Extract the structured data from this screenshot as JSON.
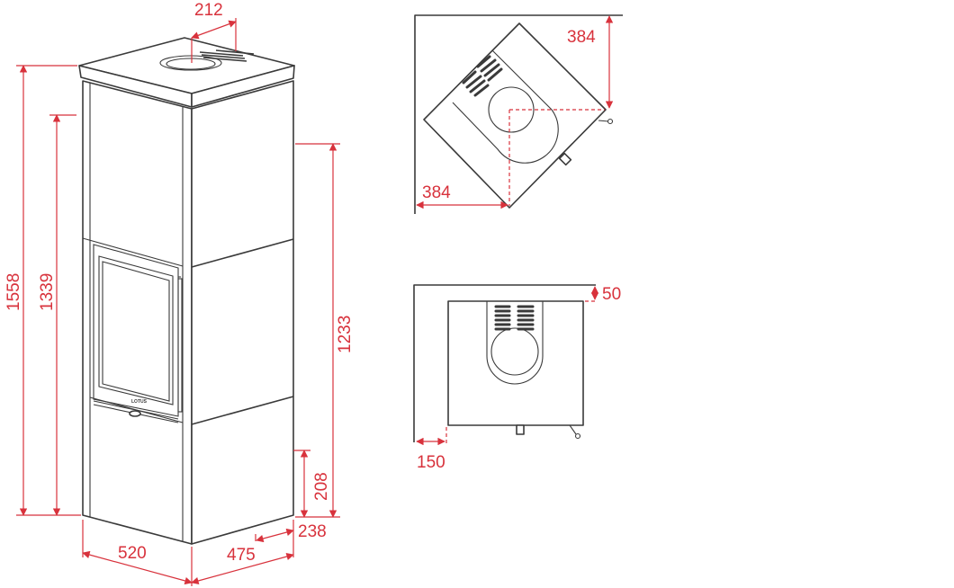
{
  "drawing": {
    "brand_logo": "LOTUS",
    "accent_color": "#d8323c",
    "dimensions": {
      "flue_offset": "212",
      "total_height": "1558",
      "flue_center_height": "1339",
      "air_inlet_height": "1233",
      "rear_inlet_height": "208",
      "rear_inlet_offset": "238",
      "width": "520",
      "depth": "475",
      "corner_clearance_a": "384",
      "corner_clearance_b": "384",
      "rear_clearance": "50",
      "side_clearance": "150"
    }
  }
}
